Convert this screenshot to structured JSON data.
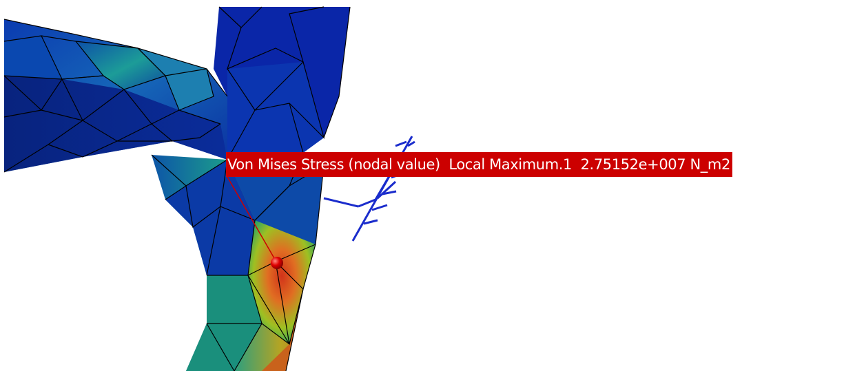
{
  "viewer": {
    "title": "FEM von Mises stress contour viewport"
  },
  "annotation": {
    "label": "Von Mises Stress (nodal value)",
    "feature": "Local Maximum.1",
    "value": "2.75152e+007",
    "unit": "N_m2",
    "color": "#cc0000",
    "marker_color": "#e00000"
  },
  "colors": {
    "background": "#ffffff",
    "mesh_edge": "#000000",
    "restraint": "#1a2ccc",
    "low_stress": "#0a2fa8",
    "mid_stress": "#1aa19a",
    "high_stress": "#d9481c"
  },
  "icons": {
    "restraint": "clamp-restraint-icon",
    "marker": "local-maximum-marker-icon"
  }
}
